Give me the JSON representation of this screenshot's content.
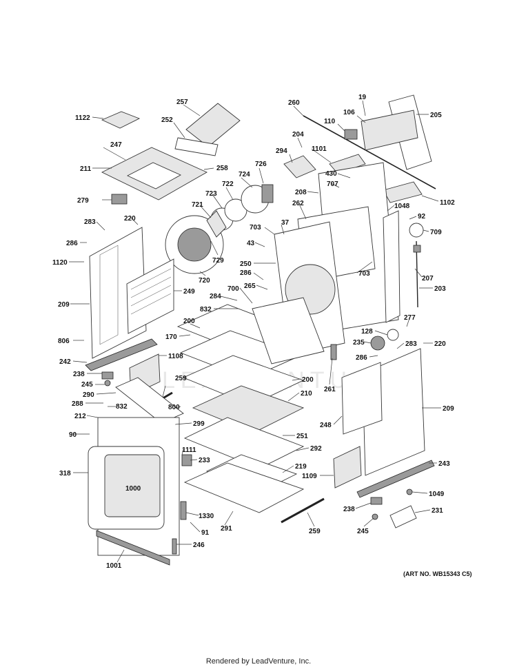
{
  "diagram": {
    "art_note": "(ART NO. WB15343 C5)",
    "footer": "Rendered by LeadVenture, Inc.",
    "watermark": "LEADVENTURE",
    "callouts": [
      {
        "id": "c1122",
        "text": "1122"
      },
      {
        "id": "c257",
        "text": "257"
      },
      {
        "id": "c252",
        "text": "252"
      },
      {
        "id": "c247",
        "text": "247"
      },
      {
        "id": "c211",
        "text": "211"
      },
      {
        "id": "c258",
        "text": "258"
      },
      {
        "id": "c279",
        "text": "279"
      },
      {
        "id": "c726",
        "text": "726"
      },
      {
        "id": "c724",
        "text": "724"
      },
      {
        "id": "c722",
        "text": "722"
      },
      {
        "id": "c723",
        "text": "723"
      },
      {
        "id": "c721",
        "text": "721"
      },
      {
        "id": "c220a",
        "text": "220"
      },
      {
        "id": "c283a",
        "text": "283"
      },
      {
        "id": "c286a",
        "text": "286"
      },
      {
        "id": "c1120",
        "text": "1120"
      },
      {
        "id": "c729",
        "text": "729"
      },
      {
        "id": "c720",
        "text": "720"
      },
      {
        "id": "c209a",
        "text": "209"
      },
      {
        "id": "c249",
        "text": "249"
      },
      {
        "id": "c284",
        "text": "284"
      },
      {
        "id": "c832a",
        "text": "832"
      },
      {
        "id": "c200a",
        "text": "200"
      },
      {
        "id": "c170",
        "text": "170"
      },
      {
        "id": "c806",
        "text": "806"
      },
      {
        "id": "c242",
        "text": "242"
      },
      {
        "id": "c1108",
        "text": "1108"
      },
      {
        "id": "c238a",
        "text": "238"
      },
      {
        "id": "c245a",
        "text": "245"
      },
      {
        "id": "c259a",
        "text": "259"
      },
      {
        "id": "c290",
        "text": "290"
      },
      {
        "id": "c288",
        "text": "288"
      },
      {
        "id": "c832b",
        "text": "832"
      },
      {
        "id": "c212",
        "text": "212"
      },
      {
        "id": "c800",
        "text": "800"
      },
      {
        "id": "c299",
        "text": "299"
      },
      {
        "id": "c90",
        "text": "90"
      },
      {
        "id": "c1111",
        "text": "1111"
      },
      {
        "id": "c233",
        "text": "233"
      },
      {
        "id": "c318",
        "text": "318"
      },
      {
        "id": "c1000",
        "text": "1000"
      },
      {
        "id": "c1330",
        "text": "1330"
      },
      {
        "id": "c91",
        "text": "91"
      },
      {
        "id": "c291",
        "text": "291"
      },
      {
        "id": "c246",
        "text": "246"
      },
      {
        "id": "c1001",
        "text": "1001"
      },
      {
        "id": "c260",
        "text": "260"
      },
      {
        "id": "c19",
        "text": "19"
      },
      {
        "id": "c106",
        "text": "106"
      },
      {
        "id": "c205",
        "text": "205"
      },
      {
        "id": "c110",
        "text": "110"
      },
      {
        "id": "c204",
        "text": "204"
      },
      {
        "id": "c294",
        "text": "294"
      },
      {
        "id": "c1101",
        "text": "1101"
      },
      {
        "id": "c430",
        "text": "430"
      },
      {
        "id": "c707",
        "text": "707"
      },
      {
        "id": "c208",
        "text": "208"
      },
      {
        "id": "c1102",
        "text": "1102"
      },
      {
        "id": "c262",
        "text": "262"
      },
      {
        "id": "c1048",
        "text": "1048"
      },
      {
        "id": "c92",
        "text": "92"
      },
      {
        "id": "c703a",
        "text": "703"
      },
      {
        "id": "c37",
        "text": "37"
      },
      {
        "id": "c709",
        "text": "709"
      },
      {
        "id": "c43",
        "text": "43"
      },
      {
        "id": "c250",
        "text": "250"
      },
      {
        "id": "c703b",
        "text": "703"
      },
      {
        "id": "c207",
        "text": "207"
      },
      {
        "id": "c286b",
        "text": "286"
      },
      {
        "id": "c265",
        "text": "265"
      },
      {
        "id": "c700",
        "text": "700"
      },
      {
        "id": "c203",
        "text": "203"
      },
      {
        "id": "c277",
        "text": "277"
      },
      {
        "id": "c128",
        "text": "128"
      },
      {
        "id": "c235",
        "text": "235"
      },
      {
        "id": "c283b",
        "text": "283"
      },
      {
        "id": "c220b",
        "text": "220"
      },
      {
        "id": "c286c",
        "text": "286"
      },
      {
        "id": "c200b",
        "text": "200"
      },
      {
        "id": "c261",
        "text": "261"
      },
      {
        "id": "c210",
        "text": "210"
      },
      {
        "id": "c209b",
        "text": "209"
      },
      {
        "id": "c248",
        "text": "248"
      },
      {
        "id": "c251",
        "text": "251"
      },
      {
        "id": "c292",
        "text": "292"
      },
      {
        "id": "c219",
        "text": "219"
      },
      {
        "id": "c243",
        "text": "243"
      },
      {
        "id": "c1109",
        "text": "1109"
      },
      {
        "id": "c1049",
        "text": "1049"
      },
      {
        "id": "c238b",
        "text": "238"
      },
      {
        "id": "c231",
        "text": "231"
      },
      {
        "id": "c245b",
        "text": "245"
      },
      {
        "id": "c259b",
        "text": "259"
      }
    ]
  }
}
